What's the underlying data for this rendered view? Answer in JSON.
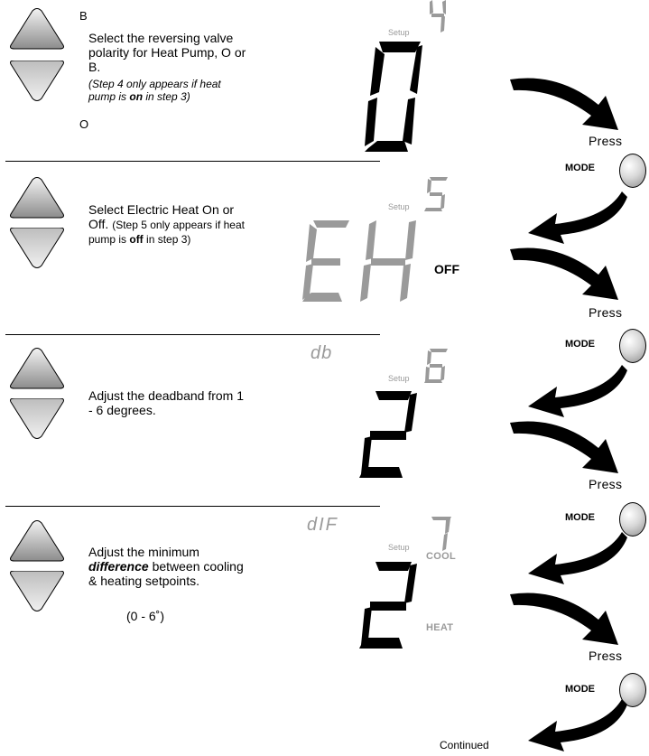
{
  "steps": [
    {
      "step": "4",
      "up_label": "B",
      "down_label": "O",
      "desc": "Select the reversing valve polarity for Heat Pump, O or B.",
      "note_a": "(Step 4 only appears if heat pump is ",
      "note_bold": "on",
      "note_b": " in step 3)",
      "setup_label": "Setup",
      "display_value": "O"
    },
    {
      "step": "5",
      "desc": "Select Electric Heat On or Off.",
      "note_a": "(Step 5 only appears if heat pump is ",
      "note_bold": "off",
      "note_b": " in step 3)",
      "setup_label": "Setup",
      "display_value": "EH",
      "status": "OFF"
    },
    {
      "step": "6",
      "desc": "Adjust the deadband from 1 - 6 degrees.",
      "setup_label": "Setup",
      "indicator": "db",
      "display_value": "2"
    },
    {
      "step": "7",
      "desc_a": "Adjust the minimum",
      "desc_bold": "difference",
      "desc_b": "between cooling & heating setpoints.",
      "range": "(0 - 6˚)",
      "setup_label": "Setup",
      "indicator": "dIF",
      "display_value": "2",
      "cool_label": "COOL",
      "heat_label": "HEAT"
    }
  ],
  "press_label": "Press",
  "mode_label": "MODE",
  "continued_label": "Continued",
  "colors": {
    "active_segment": "#000000",
    "inactive_segment": "#9a9a9a"
  }
}
